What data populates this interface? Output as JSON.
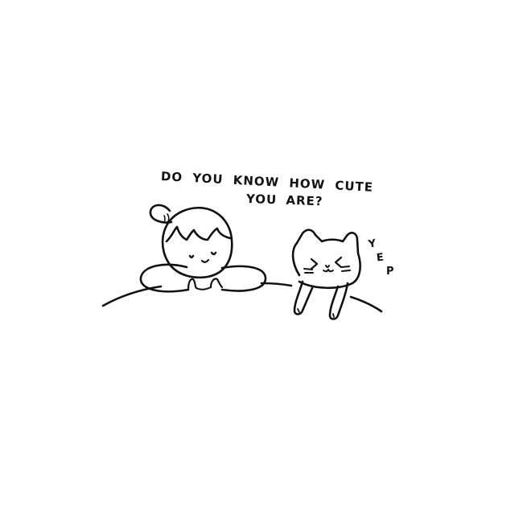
{
  "caption": {
    "line1": "DO YOU KNOW HOW CUTE",
    "line2": "YOU ARE?"
  },
  "reply": {
    "letters": [
      "Y",
      "E",
      "P"
    ]
  },
  "colors": {
    "ink": "#111111",
    "background": "#ffffff"
  }
}
